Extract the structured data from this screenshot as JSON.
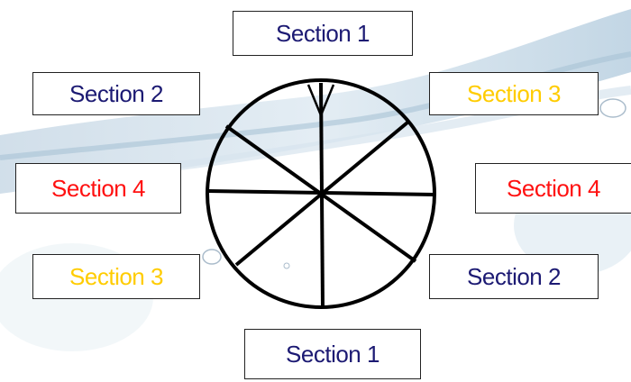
{
  "labels": {
    "top": "Section 1",
    "upper_left": "Section 2",
    "upper_right": "Section 3",
    "mid_left": "Section 4",
    "mid_right": "Section 4",
    "lower_left": "Section 3",
    "lower_right": "Section 2",
    "bottom": "Section 1"
  },
  "colors": {
    "dark_blue": "#1c1a73",
    "red": "#ff1111",
    "yellow": "#ffcc00",
    "wheel_stroke": "#000000"
  }
}
